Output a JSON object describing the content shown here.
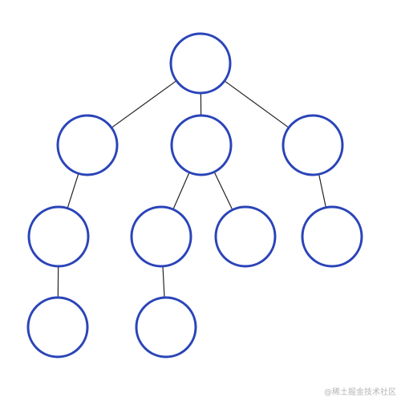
{
  "diagram": {
    "type": "tree",
    "node_stroke_color": "#2a44b8",
    "node_fill_color": "#ffffff",
    "edge_color": "#222222",
    "nodes": [
      {
        "id": "root",
        "label": ""
      },
      {
        "id": "n1",
        "label": ""
      },
      {
        "id": "n2",
        "label": ""
      },
      {
        "id": "n3",
        "label": ""
      },
      {
        "id": "n1a",
        "label": ""
      },
      {
        "id": "n2a",
        "label": ""
      },
      {
        "id": "n2b",
        "label": ""
      },
      {
        "id": "n3a",
        "label": ""
      },
      {
        "id": "n1a1",
        "label": ""
      },
      {
        "id": "n2a1",
        "label": ""
      }
    ],
    "edges": [
      [
        "root",
        "n1"
      ],
      [
        "root",
        "n2"
      ],
      [
        "root",
        "n3"
      ],
      [
        "n1",
        "n1a"
      ],
      [
        "n2",
        "n2a"
      ],
      [
        "n2",
        "n2b"
      ],
      [
        "n3",
        "n3a"
      ],
      [
        "n1a",
        "n1a1"
      ],
      [
        "n2a",
        "n2a1"
      ]
    ]
  },
  "watermark": {
    "text": "@稀土掘金技术社区"
  }
}
